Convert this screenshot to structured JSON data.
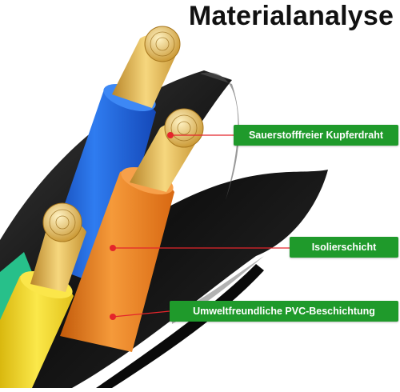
{
  "title": "Materialanalyse",
  "colors": {
    "callout_green": "#1f9a2b",
    "leader_red": "#e4252b",
    "jacket_black": "#1a1a1a",
    "insulation_blue": "#1a5fd6",
    "insulation_orange": "#ef7d1a",
    "insulation_yellow": "#f2d629",
    "insulation_green": "#27c08a",
    "copper": "#e0b54a"
  },
  "callouts": [
    {
      "label": "Sauerstofffreier Kupferdraht"
    },
    {
      "label": "Isolierschicht"
    },
    {
      "label": "Umweltfreundliche PVC-Beschichtung"
    }
  ]
}
